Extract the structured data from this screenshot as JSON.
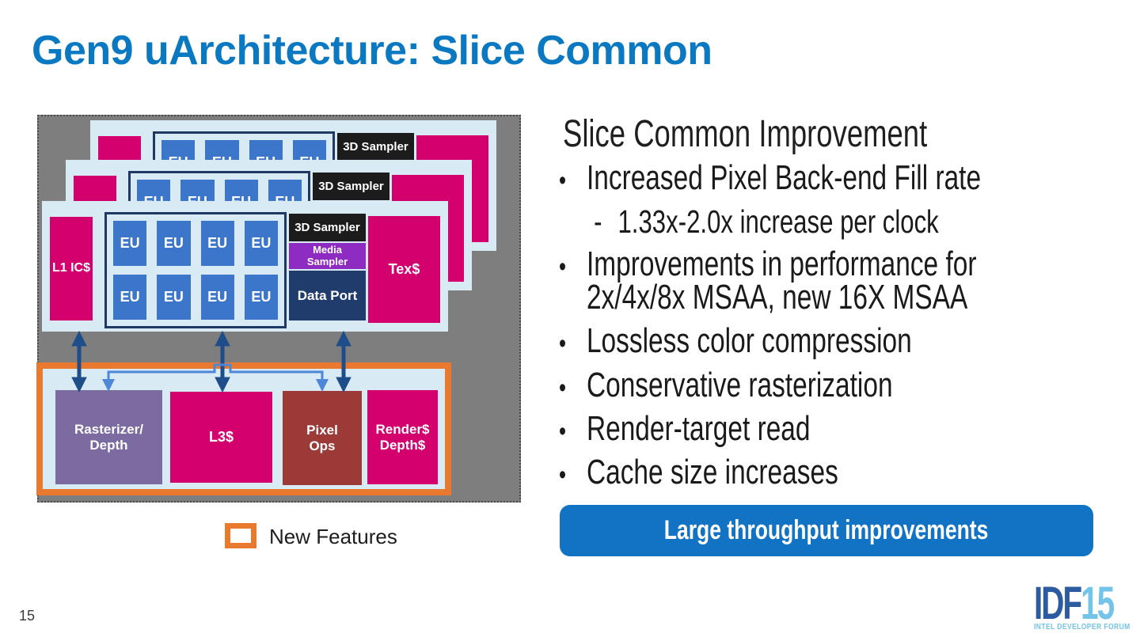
{
  "slide": {
    "title": "Gen9 uArchitecture: Slice Common",
    "page_number": "15"
  },
  "diagram": {
    "blocks": {
      "l1_icache": "L1 IC$",
      "eu": "EU",
      "sampler_3d": "3D Sampler",
      "media_sampler": "Media\nSampler",
      "data_port": "Data Port",
      "tex_cache": "Tex$",
      "rasterizer_depth": "Rasterizer/\nDepth",
      "l3_cache": "L3$",
      "pixel_ops": "Pixel\nOps",
      "render_depth_cache": "Render$\nDepth$"
    },
    "legend_label": "New Features",
    "colors": {
      "magenta": "#d4006d",
      "eu_blue": "#3c76cb",
      "slice_background": "#d8eaf3",
      "sampler_black": "#1c1c1c",
      "media_purple": "#8e2cc2",
      "navy": "#1f3c6d",
      "rasterizer_purple": "#7c6ba0",
      "pixel_ops_red": "#9c3a38",
      "highlight_orange": "#e8792f",
      "canvas_gray": "#7e7e7e",
      "arrow_dark_blue": "#1f4d8a",
      "arrow_light_blue": "#4e87d9",
      "title_blue": "#0b79c2",
      "callout_blue": "#1273c4"
    }
  },
  "content": {
    "heading": "Slice Common Improvement",
    "bullets": [
      {
        "level": 1,
        "text": "Increased Pixel Back-end Fill rate"
      },
      {
        "level": 2,
        "text": "1.33x-2.0x increase per clock"
      },
      {
        "level": 1,
        "text": "Improvements in performance for 2x/4x/8x MSAA, new 16X MSAA"
      },
      {
        "level": 1,
        "text": "Lossless color compression"
      },
      {
        "level": 1,
        "text": "Conservative rasterization"
      },
      {
        "level": 1,
        "text": "Render-target read"
      },
      {
        "level": 1,
        "text": "Cache size increases"
      }
    ],
    "callout": "Large throughput improvements"
  },
  "footer": {
    "logo": "IDF",
    "logo_year": "15",
    "logo_subtitle": "INTEL DEVELOPER FORUM"
  }
}
